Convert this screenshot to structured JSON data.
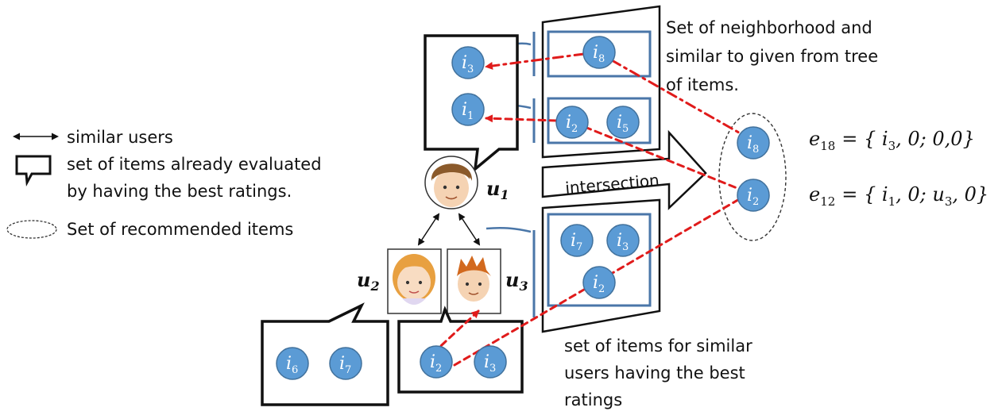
{
  "colors": {
    "node_fill": "#5b9bd5",
    "node_stroke": "#41719c",
    "set_box": "#4a76a8",
    "dashed_link": "#e01b1b",
    "link_arrow": "#4a76a8"
  },
  "legend": {
    "similar_users": "similar users",
    "evaluated_line1": "set of items already evaluated",
    "evaluated_line2": "by having the best ratings.",
    "recommended": "Set of recommended  items"
  },
  "users": {
    "u1": {
      "base": "u",
      "sub": "1"
    },
    "u2": {
      "base": "u",
      "sub": "2"
    },
    "u3": {
      "base": "u",
      "sub": "3"
    }
  },
  "items": {
    "u1_box_i3": {
      "base": "i",
      "sub": "3"
    },
    "u1_box_i1": {
      "base": "i",
      "sub": "1"
    },
    "top_i8": {
      "base": "i",
      "sub": "8"
    },
    "mid_i2": {
      "base": "i",
      "sub": "2"
    },
    "mid_i5": {
      "base": "i",
      "sub": "5"
    },
    "low_i7": {
      "base": "i",
      "sub": "7"
    },
    "low_i3": {
      "base": "i",
      "sub": "3"
    },
    "low_i2": {
      "base": "i",
      "sub": "2"
    },
    "u2_i6": {
      "base": "i",
      "sub": "6"
    },
    "u2_i7": {
      "base": "i",
      "sub": "7"
    },
    "u3_i2": {
      "base": "i",
      "sub": "2"
    },
    "u3_i3": {
      "base": "i",
      "sub": "3"
    },
    "rec_i8": {
      "base": "i",
      "sub": "8"
    },
    "rec_i2": {
      "base": "i",
      "sub": "2"
    }
  },
  "intersection_label": "intersection",
  "neighborhood_text": [
    "Set of neighborhood and",
    "similar to given from tree",
    "of items."
  ],
  "similar_users_text": [
    "set of items for similar",
    "users having the best",
    "ratings"
  ],
  "equations": {
    "e18": {
      "lhs": "e",
      "lhs_sub": "18",
      "rhs": "= { i",
      "rhs_sub": "3",
      "rest": ", 0; 0,0}"
    },
    "e12": {
      "lhs": "e",
      "lhs_sub": "12",
      "rhs": "= { i",
      "rhs_sub": "1",
      "rest": ", 0; u",
      "rest_sub": "3",
      "rest2": ", 0}"
    }
  }
}
